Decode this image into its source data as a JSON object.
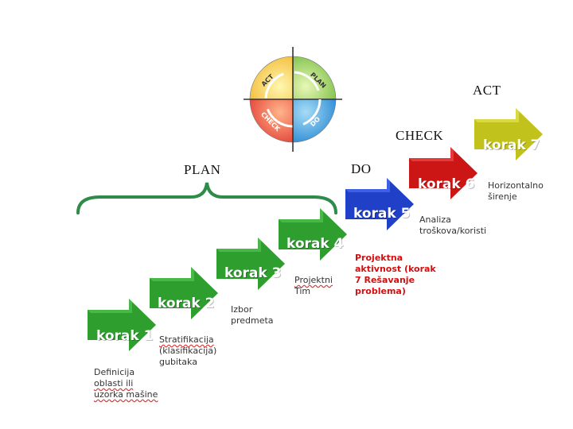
{
  "cycle": {
    "labels": [
      "ACT",
      "PLAN",
      "CHECK",
      "DO"
    ],
    "colors": {
      "act": "#f1d23a",
      "plan": "#8cc63f",
      "check": "#e8473a",
      "do": "#2b8fd6"
    }
  },
  "phases": {
    "plan": "PLAN",
    "do": "DO",
    "check": "CHECK",
    "act": "ACT"
  },
  "steps": [
    {
      "label": "korak 1",
      "color": "#2e9e2e",
      "desc": [
        "Definicija",
        "oblasti ili",
        "uzorka mašine"
      ]
    },
    {
      "label": "korak 2",
      "color": "#2e9e2e",
      "desc": [
        "Stratifikacija",
        "(klasifikacija)",
        "gubitaka"
      ]
    },
    {
      "label": "korak 3",
      "color": "#2e9e2e",
      "desc": [
        "Izbor",
        "predmeta"
      ]
    },
    {
      "label": "korak 4",
      "color": "#2e9e2e",
      "desc": [
        "Projektni",
        "Tim"
      ]
    },
    {
      "label": "korak 5",
      "color": "#2040c8",
      "desc": [
        "Projektna",
        "aktivnost (korak",
        "7 Rešavanje",
        "problema)"
      ]
    },
    {
      "label": "korak 6",
      "color": "#cc1515",
      "desc": [
        "Analiza",
        "troškova/koristi"
      ]
    },
    {
      "label": "korak 7",
      "color": "#c2c21c",
      "desc": [
        "Horizontalno",
        "širenje"
      ]
    }
  ],
  "brace_color": "#2e8b4a"
}
